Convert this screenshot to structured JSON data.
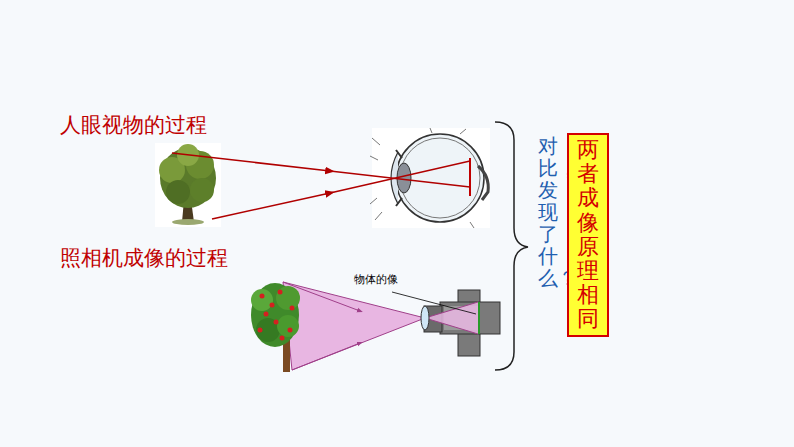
{
  "diagram": {
    "nodes": [
      {
        "text": [
          "两者成像原理相同"
        ]
      }
    ],
    "labels": [
      "人眼视物的过程",
      "照相机成像的过程",
      "物体的像",
      "对比，发现了什么？"
    ]
  }
}
